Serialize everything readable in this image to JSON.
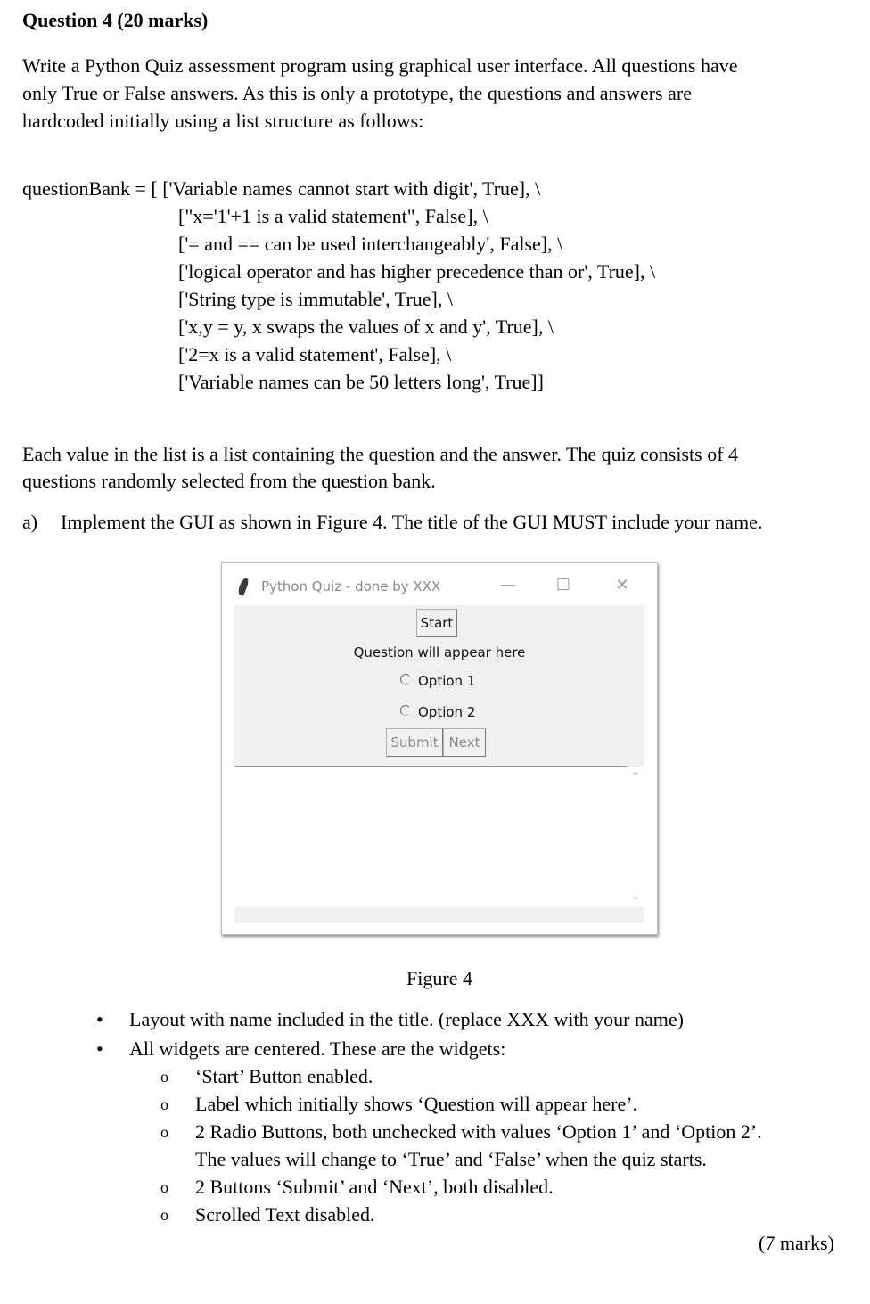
{
  "heading": "Question 4 (20 marks)",
  "intro": [
    "Write a Python Quiz assessment program using graphical user interface. All questions have",
    "only True or False answers. As this is only a prototype, the questions and answers are",
    "hardcoded initially using a list structure as follows:"
  ],
  "code": {
    "first_line": "questionBank = [ ['Variable names cannot start with digit', True], \\",
    "lines": [
      "[\"x='1'+1 is a valid statement\", False], \\",
      "['= and == can be used interchangeably', False], \\",
      "['logical operator and has higher precedence than or', True], \\",
      "['String type is immutable', True], \\",
      "['x,y = y, x swaps the values of x and y', True], \\",
      "['2=x is a valid statement', False], \\",
      "['Variable names can be 50 letters long', True]]"
    ]
  },
  "each_value": [
    "Each value in the list is a list containing the question and the answer.  The quiz consists of 4",
    "questions randomly selected from the question bank."
  ],
  "part_a": {
    "letter": "a)",
    "text": "Implement the GUI as shown in Figure 4. The title of the GUI MUST include your name."
  },
  "gui": {
    "window_title": "Python Quiz - done by XXX",
    "start_label": "Start",
    "question_label": "Question will appear here",
    "option1": "Option 1",
    "option2": "Option 2",
    "submit_label": "Submit",
    "next_label": "Next"
  },
  "caption": "Figure 4",
  "bullets": [
    "Layout with name included in the title. (replace XXX with your name)",
    "All widgets are centered. These are the widgets:"
  ],
  "sub_bullets": [
    "‘Start’ Button enabled.",
    "Label which initially shows ‘Question will appear here’.",
    "2 Radio Buttons, both unchecked with values ‘Option 1’ and ‘Option 2’.",
    "The values will change to ‘True’ and ‘False’ when the quiz starts.",
    "2 Buttons ‘Submit’ and ‘Next’, both disabled.",
    "Scrolled Text disabled."
  ],
  "marks": "(7 marks)"
}
